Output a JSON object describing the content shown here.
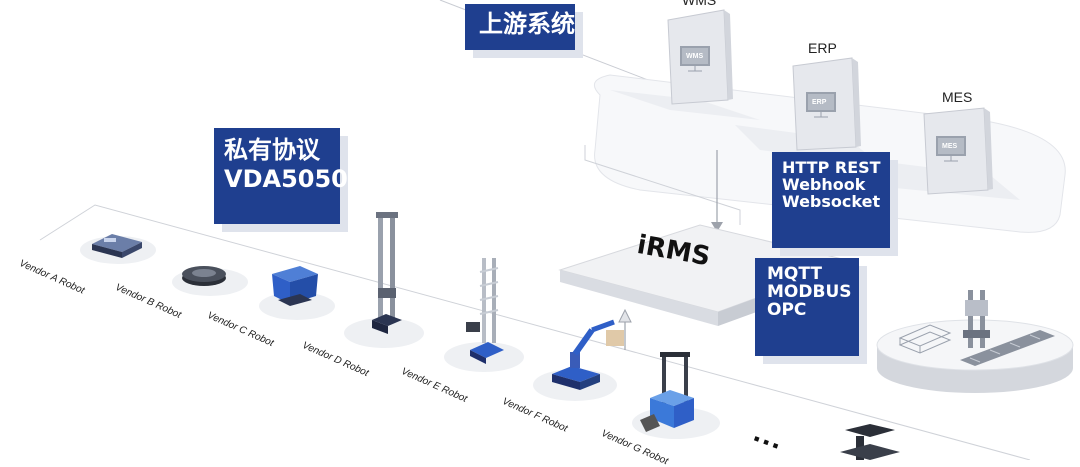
{
  "upstream": {
    "title": "上游系统",
    "systems": [
      {
        "name": "WMS",
        "screen": "WMS"
      },
      {
        "name": "ERP",
        "screen": "ERP"
      },
      {
        "name": "MES",
        "screen": "MES"
      }
    ]
  },
  "protocols_upstream": [
    "HTTP REST",
    "Webhook",
    "Websocket"
  ],
  "protocols_device": [
    "MQTT",
    "MODBUS",
    "OPC"
  ],
  "private_protocol": [
    "私有协议",
    "VDA5050"
  ],
  "platform": {
    "name": "iRMS"
  },
  "vendors": [
    "Vendor A Robot",
    "Vendor B Robot",
    "Vendor C Robot",
    "Vendor D Robot",
    "Vendor E Robot",
    "Vendor F Robot",
    "Vendor G Robot"
  ],
  "ellipsis": "■ ■ ■",
  "colors": {
    "badge": "#1f3f8f",
    "platform": "#f0f1f3",
    "robot_blue": "#2f5fc7",
    "server": "#e8eaee"
  }
}
